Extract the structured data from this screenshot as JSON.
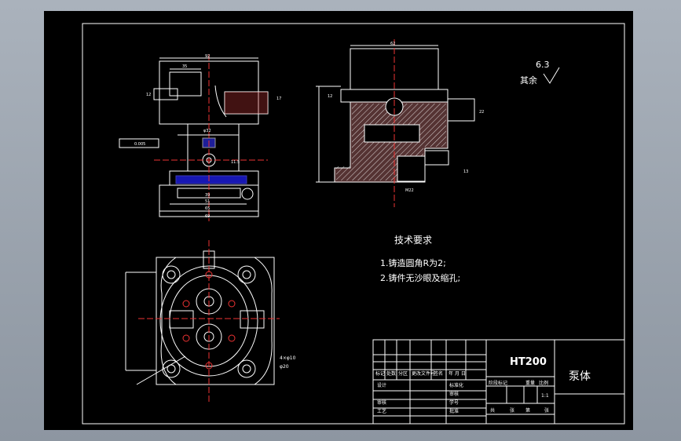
{
  "drawing": {
    "technical_requirements": {
      "title": "技术要求",
      "items": [
        "1.铸造圆角R为2;",
        "2.铸件无沙眼及缩孔;"
      ]
    },
    "surface_finish": {
      "roughness": "6.3",
      "label": "其余"
    },
    "top_left_view": {
      "dimensions": [
        "92",
        "35",
        "12",
        "17",
        "φ32",
        "11.5",
        "39",
        "51",
        "65",
        "69"
      ],
      "tolerance_frame": "0.005"
    },
    "top_right_view": {
      "dimensions": [
        "62",
        "12",
        "22",
        "13",
        "M22"
      ]
    },
    "bottom_view": {
      "dimensions": [
        "4×φ10",
        "φ20"
      ]
    },
    "title_block": {
      "material": "HT200",
      "part_name": "泵体",
      "row_labels": [
        "设计",
        "审核",
        "工艺"
      ],
      "header_labels": [
        "标记",
        "处数",
        "分区",
        "更改文件号",
        "签名",
        "年 月 日"
      ],
      "mid_labels": [
        "标准化",
        "审核",
        "学号",
        "批准"
      ],
      "stage_labels": [
        "阶段标记",
        "重量",
        "比例"
      ],
      "scale": "1:1",
      "sheet_info": [
        "共",
        "张",
        "第",
        "张"
      ]
    }
  }
}
